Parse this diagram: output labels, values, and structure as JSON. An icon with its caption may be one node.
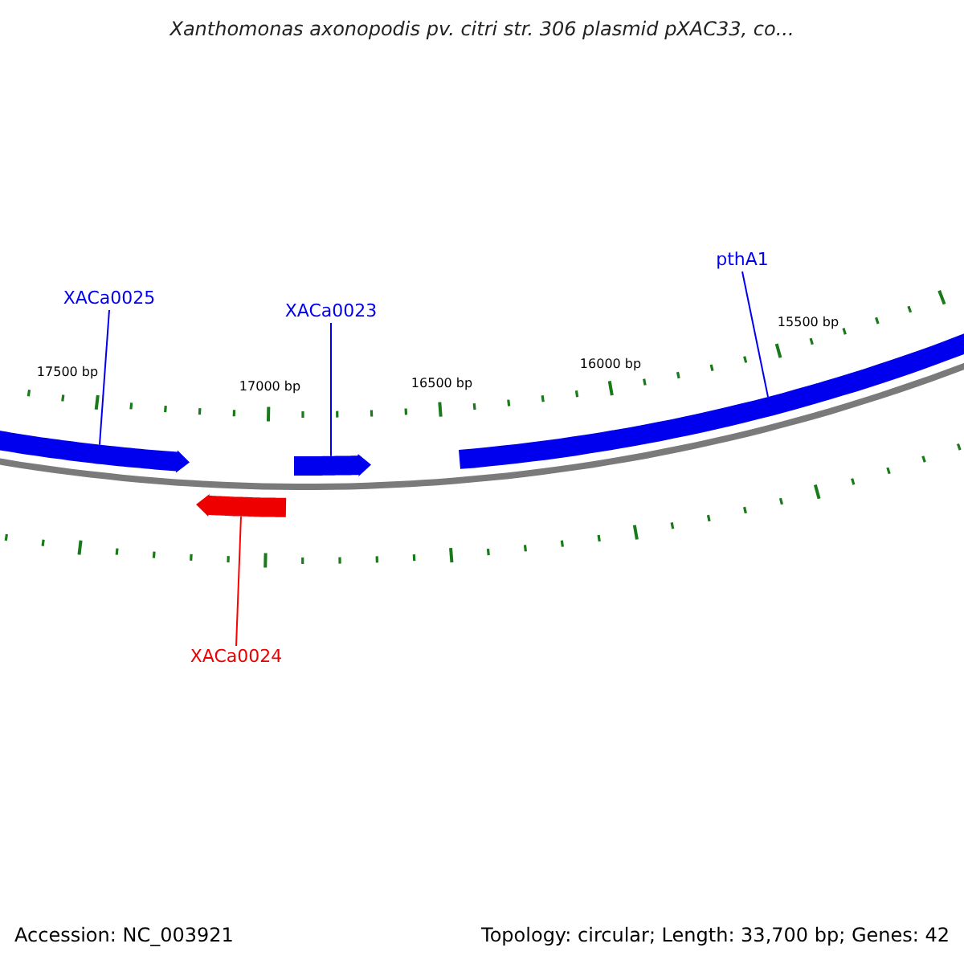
{
  "diagram": {
    "title": "Xanthomonas axonopodis pv. citri str. 306 plasmid pXAC33, co...",
    "nodes": [
      {
        "text": [
          "XACa0025"
        ]
      },
      {
        "text": [
          "XACa0023"
        ]
      },
      {
        "text": [
          "pthA1"
        ]
      },
      {
        "text": [],
        "shape": "bar"
      },
      {
        "text": [],
        "shape": "bar"
      },
      {
        "text": [],
        "shape": "bar"
      },
      {
        "text": [],
        "shape": "bar"
      },
      {
        "text": [
          "XACa0024"
        ]
      }
    ],
    "edges": [
      {
        "from": 0,
        "to": 3,
        "arrow": "none"
      },
      {
        "from": 1,
        "to": 5,
        "arrow": "none"
      },
      {
        "from": 2,
        "to": 6,
        "arrow": "none"
      },
      {
        "from": 7,
        "to": 4,
        "arrow": "none",
        "color": "#ff0000"
      }
    ],
    "labels": [
      "17500 bp",
      "17000 bp",
      "16500 bp",
      "16000 bp",
      "15500 bp",
      "Accession: NC_003921",
      "Topology: circular; Length: 33,700 bp; Genes: 42"
    ]
  }
}
